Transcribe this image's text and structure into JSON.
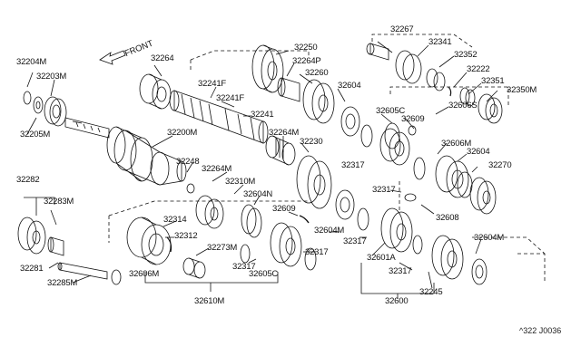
{
  "direction_label": "FRONT",
  "diagram_ref": "^322 J0036",
  "part_numbers": {
    "p32204M": "32204M",
    "p32203M": "32203M",
    "p32205M": "32205M",
    "p32264": "32264",
    "p32241F_a": "32241F",
    "p32241F_b": "32241F",
    "p32241": "32241",
    "p32200M": "32200M",
    "p32248": "32248",
    "p32250": "32250",
    "p32264P": "32264P",
    "p32260": "32260",
    "p32604_a": "32604",
    "p32264M_a": "32264M",
    "p32230": "32230",
    "p32264M_b": "32264M",
    "p32310M": "32310M",
    "p32604N": "32604N",
    "p32609_a": "32609",
    "p32314": "32314",
    "p32312": "32312",
    "p32273M": "32273M",
    "p32317_a": "32317",
    "p32317_b": "32317",
    "p32604M_a": "32604M",
    "p32317_c": "32317",
    "p32606M_a": "32606M",
    "p32605C_a": "32605C",
    "p32610M": "32610M",
    "p32282": "32282",
    "p32283M": "32283M",
    "p32281": "32281",
    "p32285M": "32285M",
    "p32267": "32267",
    "p32341": "32341",
    "p32352": "32352",
    "p32222": "32222",
    "p32351": "32351",
    "p32350M": "32350M",
    "p32605C_b": "32605C",
    "p32609_b": "32609",
    "p32606S": "32606S",
    "p32317_d": "32317",
    "p32606M_b": "32606M",
    "p32604_b": "32604",
    "p32270": "32270",
    "p32317_e": "32317",
    "p32608": "32608",
    "p32601A": "32601A",
    "p32317_f": "32317",
    "p32604M_b": "32604M",
    "p32245": "32245",
    "p32600": "32600"
  }
}
